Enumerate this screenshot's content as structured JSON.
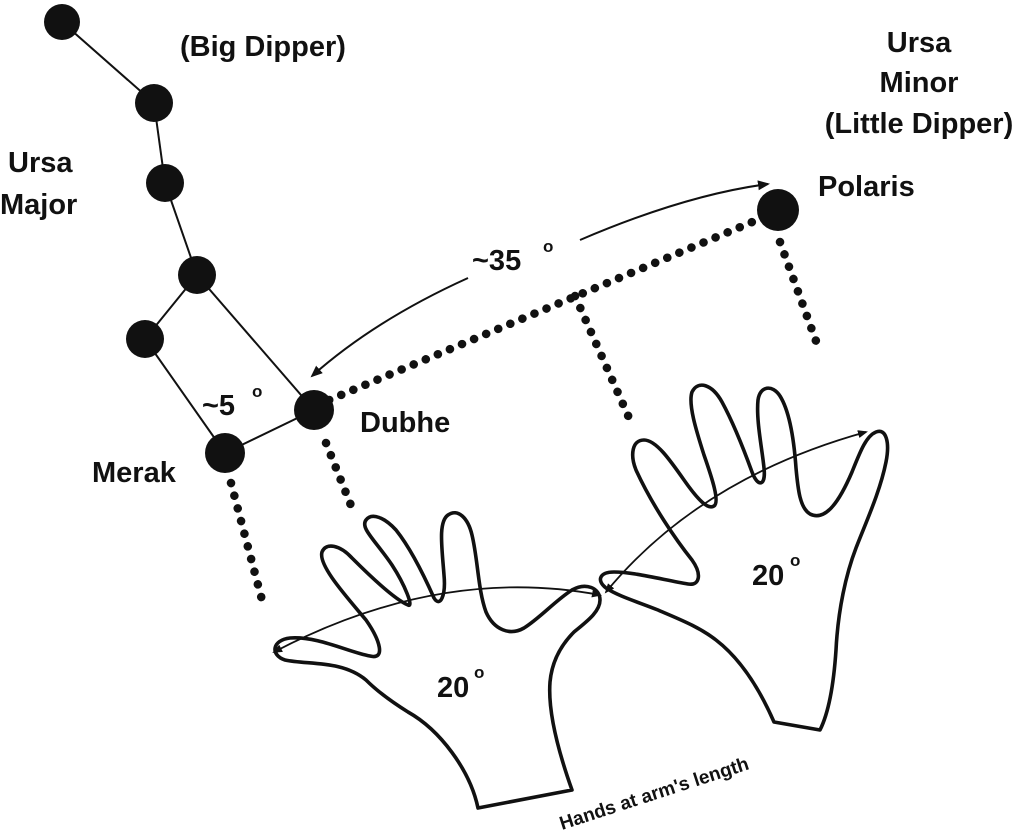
{
  "labels": {
    "big_dipper": "(Big Dipper)",
    "ursa_major_line1": "Ursa",
    "ursa_major_line2": "Major",
    "ursa_minor_line1": "Ursa",
    "ursa_minor_line2": "Minor",
    "ursa_minor_line3": "(Little Dipper)",
    "polaris": "Polaris",
    "dubhe": "Dubhe",
    "merak": "Merak",
    "angle_35": "~35",
    "angle_5": "~5",
    "angle_20_left": "20",
    "angle_20_right": "20",
    "degree_mark": "o",
    "caption": "Hands at arm's length"
  },
  "colors": {
    "ink": "#111111",
    "background": "#ffffff"
  }
}
